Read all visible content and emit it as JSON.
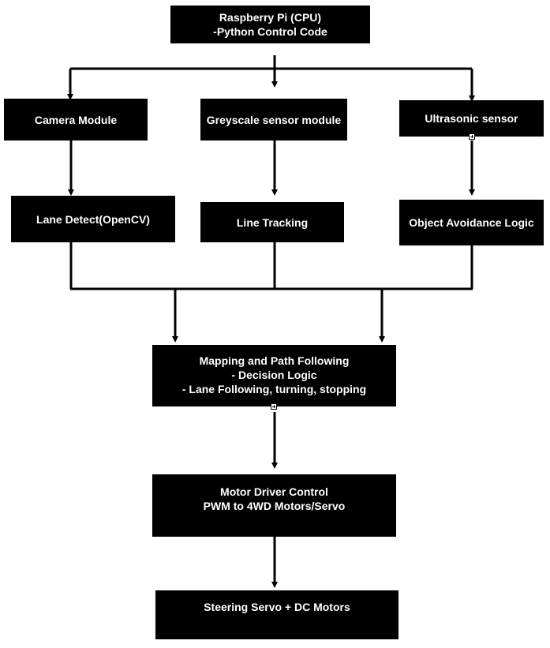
{
  "nodes": {
    "cpu": [
      "Raspberry Pi (CPU)",
      "-Python Control Code"
    ],
    "camera": [
      "Camera Module"
    ],
    "greyscale": [
      "Greyscale sensor module"
    ],
    "ultrasonic": [
      "Ultrasonic sensor"
    ],
    "lane_detect": [
      "Lane Detect(OpenCV)"
    ],
    "line_tracking": [
      "Line Tracking"
    ],
    "object_avoidance": [
      "Object Avoidance Logic"
    ],
    "mapping": [
      "Mapping and Path Following",
      "- Decision Logic",
      "- Lane Following, turning, stopping"
    ],
    "motor_driver": [
      "Motor Driver Control",
      "PWM to 4WD Motors/Servo"
    ],
    "steering": [
      "Steering Servo + DC Motors"
    ]
  },
  "colors": {
    "node_fill": "#000000",
    "node_text": "#ffffff",
    "connector": "#000000",
    "background": "#ffffff"
  },
  "icons": {
    "expand_marker": "plus-box-icon"
  }
}
